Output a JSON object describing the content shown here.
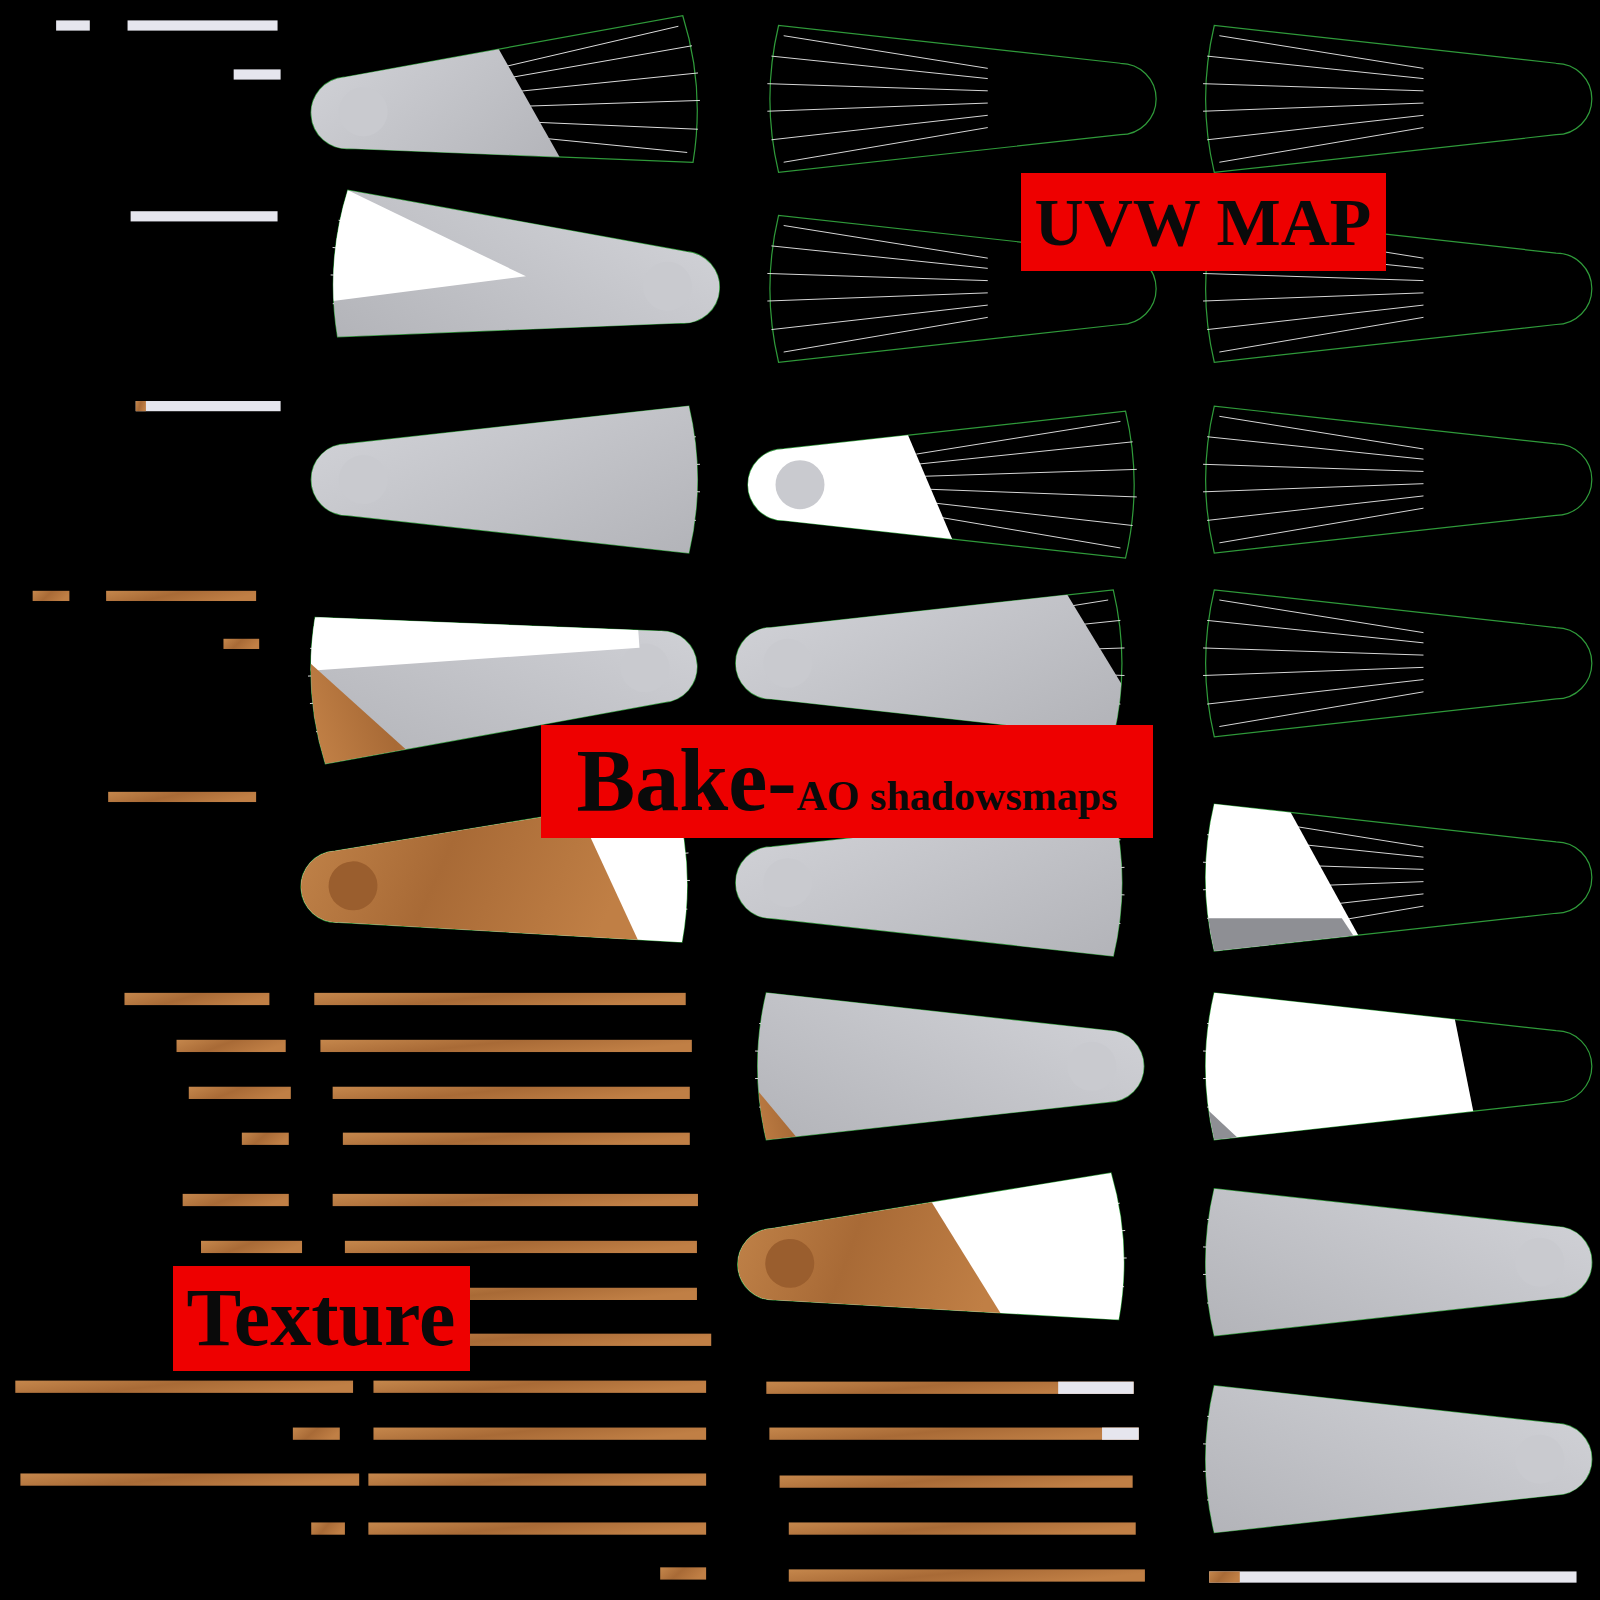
{
  "diagram": {
    "nodes": [
      {
        "text": [
          "UVW MAP"
        ]
      },
      {
        "text": [
          "Bake-",
          "AO shadowsmaps"
        ]
      },
      {
        "text": [
          "Texture"
        ]
      }
    ]
  }
}
